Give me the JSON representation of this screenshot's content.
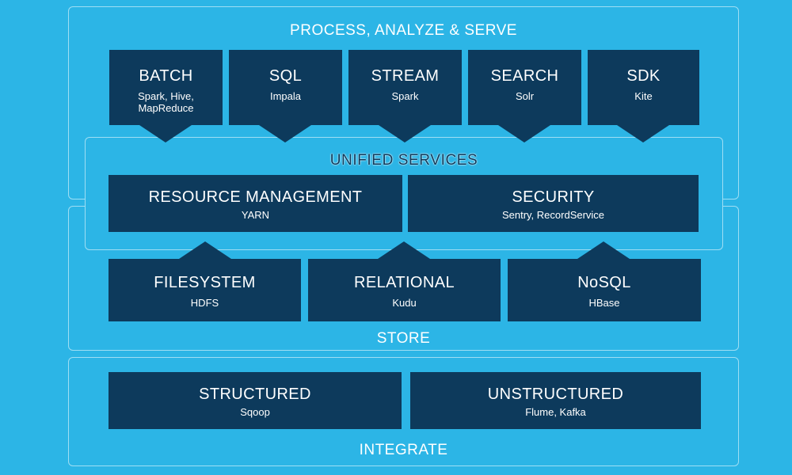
{
  "process_section": {
    "title": "PROCESS, ANALYZE & SERVE",
    "boxes": [
      {
        "title": "BATCH",
        "subtitle": "Spark, Hive,\nMapReduce"
      },
      {
        "title": "SQL",
        "subtitle": "Impala"
      },
      {
        "title": "STREAM",
        "subtitle": "Spark"
      },
      {
        "title": "SEARCH",
        "subtitle": "Solr"
      },
      {
        "title": "SDK",
        "subtitle": "Kite"
      }
    ]
  },
  "unified_section": {
    "title": "UNIFIED SERVICES",
    "boxes": [
      {
        "title": "RESOURCE MANAGEMENT",
        "subtitle": "YARN"
      },
      {
        "title": "SECURITY",
        "subtitle": "Sentry, RecordService"
      }
    ]
  },
  "store_section": {
    "title": "STORE",
    "boxes": [
      {
        "title": "FILESYSTEM",
        "subtitle": "HDFS"
      },
      {
        "title": "RELATIONAL",
        "subtitle": "Kudu"
      },
      {
        "title": "NoSQL",
        "subtitle": "HBase"
      }
    ]
  },
  "integrate_section": {
    "title": "INTEGRATE",
    "boxes": [
      {
        "title": "STRUCTURED",
        "subtitle": "Sqoop"
      },
      {
        "title": "UNSTRUCTURED",
        "subtitle": "Flume, Kafka"
      }
    ]
  },
  "colors": {
    "background": "#2cb5e6",
    "box": "#0d3a5c",
    "text": "#ffffff"
  }
}
